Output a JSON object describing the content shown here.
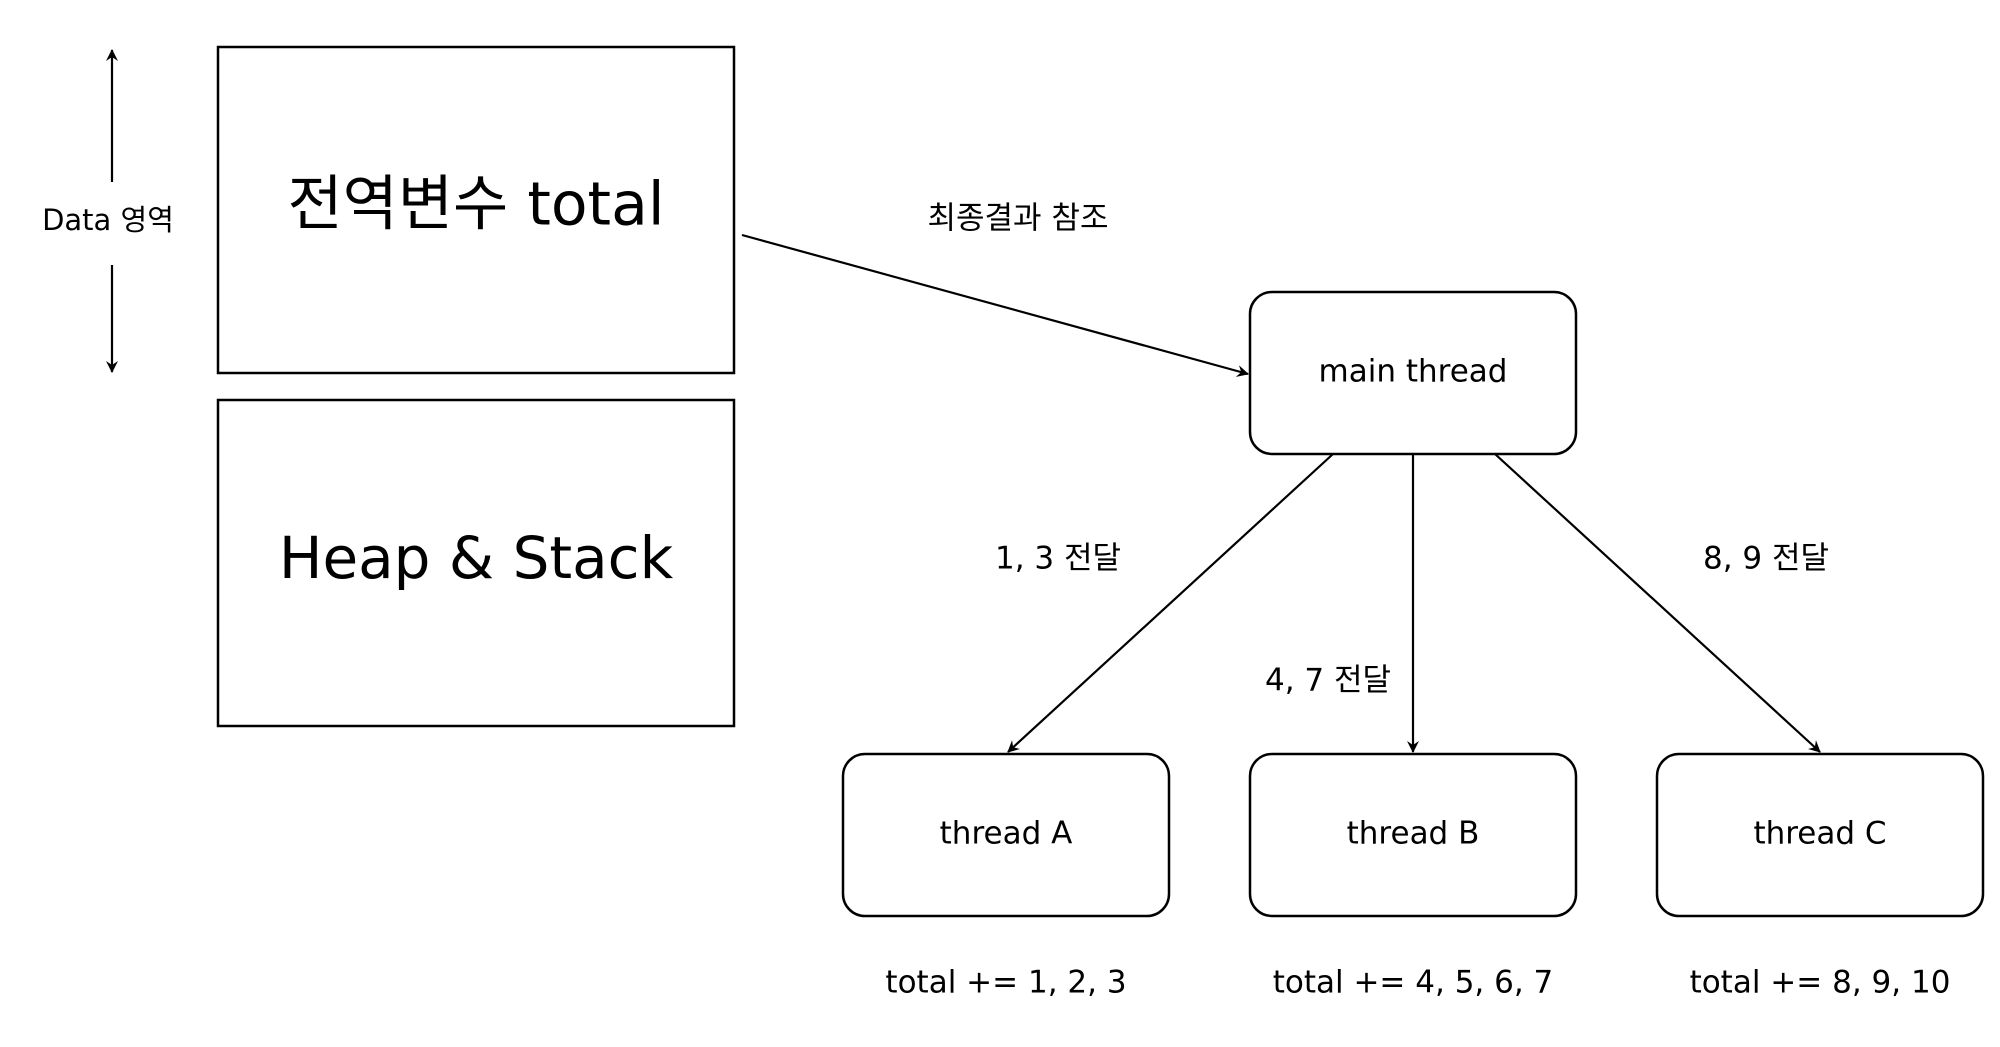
{
  "memory": {
    "data_area_label": "Data 영역",
    "global_box_label": "전역변수 total",
    "heap_stack_label": "Heap & Stack"
  },
  "threads": {
    "main": "main thread",
    "a": "thread A",
    "b": "thread B",
    "c": "thread C"
  },
  "edges": {
    "reference_label": "최종결과 참조",
    "to_a_label": "1, 3 전달",
    "to_b_label": "4, 7 전달",
    "to_c_label": "8, 9 전달"
  },
  "results": {
    "a": "total += 1, 2, 3",
    "b": "total += 4, 5, 6, 7",
    "c": "total += 8, 9, 10"
  },
  "colors": {
    "stroke": "#000000",
    "background": "#ffffff"
  }
}
